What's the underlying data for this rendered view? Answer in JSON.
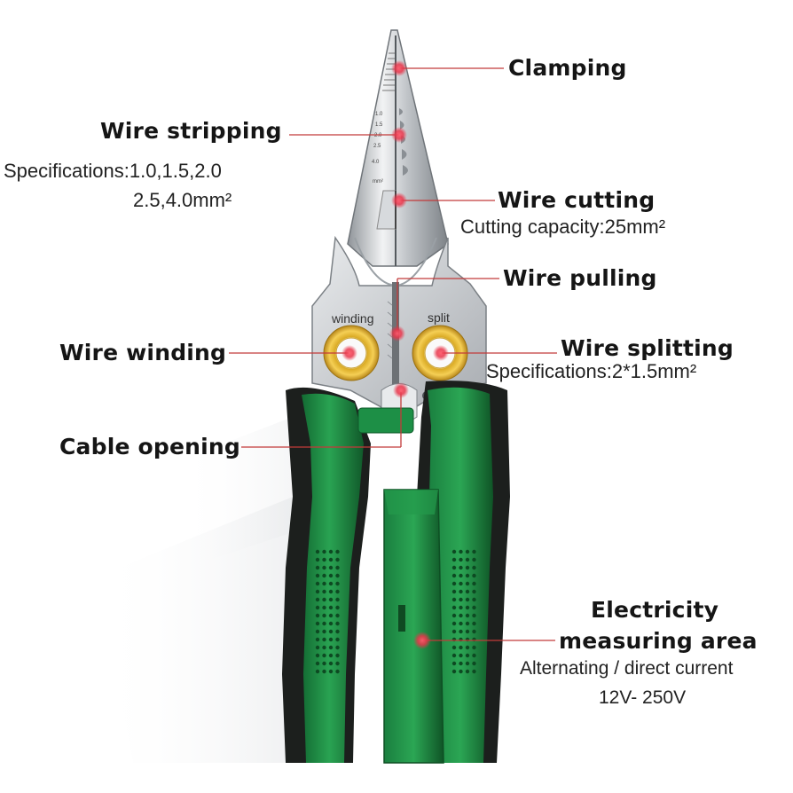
{
  "tool": {
    "left_hole_label": "winding",
    "right_hole_label": "split",
    "gauge_marks": [
      "1.0",
      "1.5",
      "2.0",
      "2.5",
      "4.0",
      "mm²"
    ]
  },
  "callouts": {
    "clamping": {
      "label": "Clamping"
    },
    "wire_stripping": {
      "label": "Wire stripping",
      "spec_line1": "Specifications:1.0,1.5,2.0",
      "spec_line2": "2.5,4.0mm²"
    },
    "wire_cutting": {
      "label": "Wire cutting",
      "spec": "Cutting capacity:25mm²"
    },
    "wire_pulling": {
      "label": "Wire pulling"
    },
    "wire_winding": {
      "label": "Wire winding"
    },
    "wire_splitting": {
      "label": "Wire splitting",
      "spec": "Specifications:2*1.5mm²"
    },
    "cable_opening": {
      "label": "Cable opening"
    },
    "electricity_measuring": {
      "label_line1": "Electricity",
      "label_line2": "measuring area",
      "spec_line1": "Alternating / direct current",
      "spec_line2": "12V- 250V"
    }
  },
  "colors": {
    "handle_green": "#1f8a45",
    "handle_dark": "#1c1f1d",
    "jaw_steel": "#c9ccd0",
    "ring_gold": "#e0b52e",
    "marker_red": "#e8354a",
    "leader_line": "#c23a3a"
  }
}
